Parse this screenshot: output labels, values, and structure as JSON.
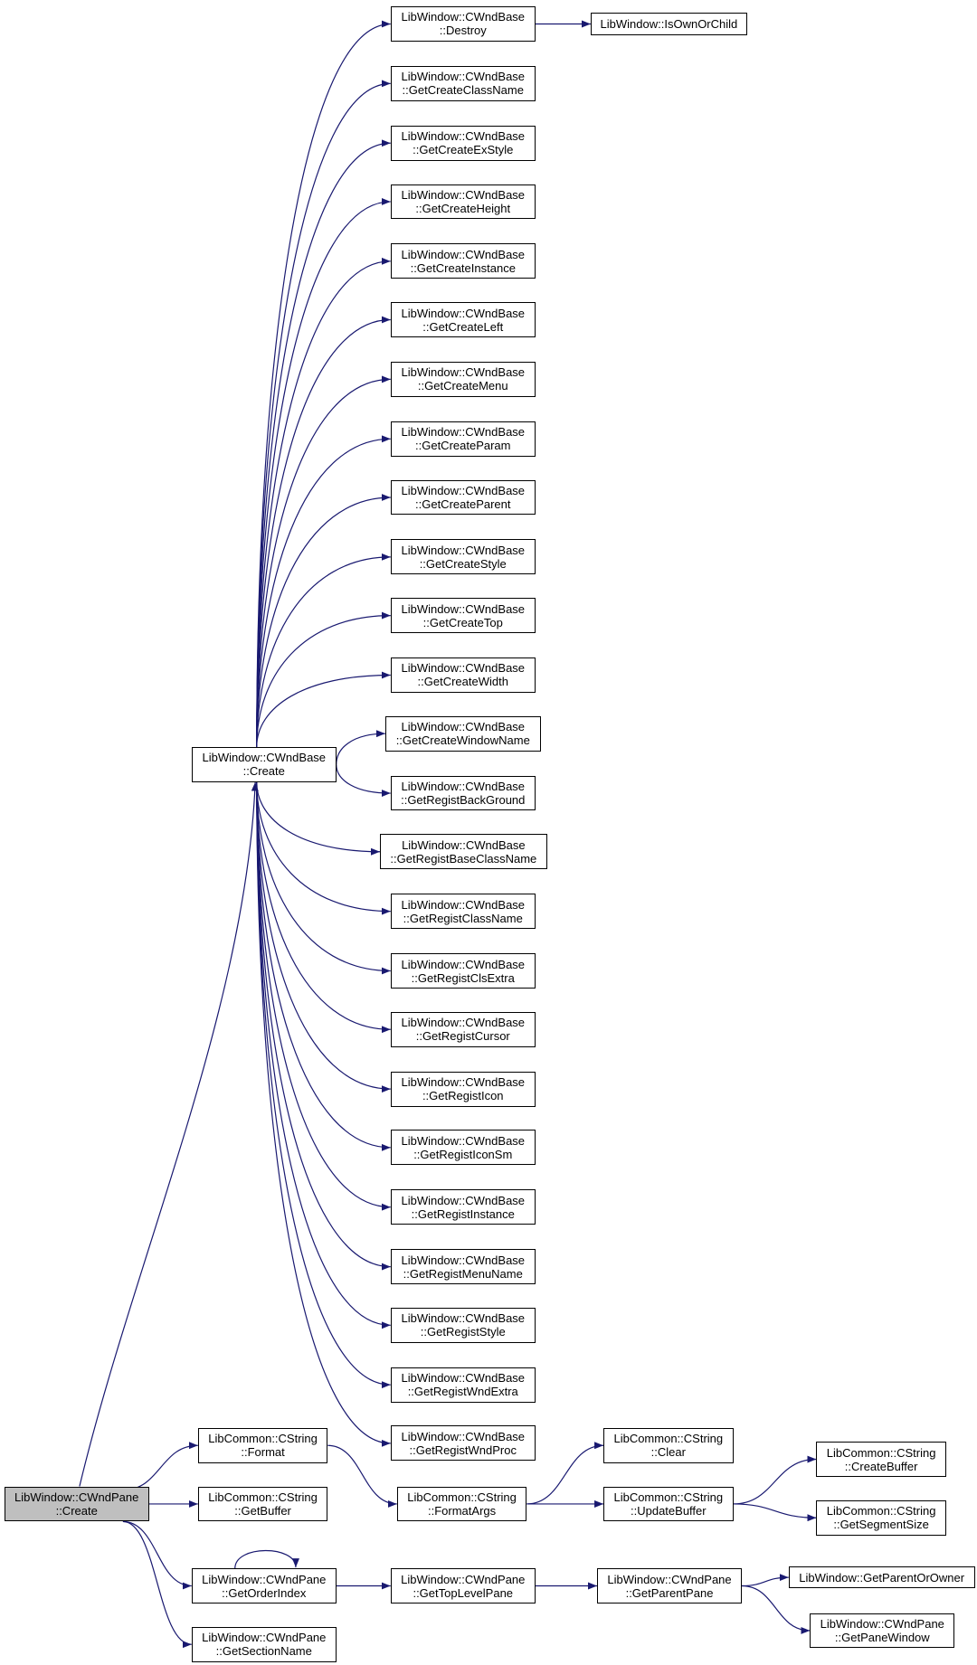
{
  "colors": {
    "edge": "#191970",
    "node_border": "#000000",
    "node_fill": "#ffffff",
    "root_fill": "#bfbfbf"
  },
  "nodes": [
    {
      "id": "pane_create",
      "lines": [
        "LibWindow::CWndPane",
        "::Create"
      ],
      "root": true
    },
    {
      "id": "base_create",
      "lines": [
        "LibWindow::CWndBase",
        "::Create"
      ]
    },
    {
      "id": "destroy",
      "lines": [
        "LibWindow::CWndBase",
        "::Destroy"
      ]
    },
    {
      "id": "isownorchild",
      "lines": [
        "LibWindow::IsOwnOrChild"
      ]
    },
    {
      "id": "gc_classname",
      "lines": [
        "LibWindow::CWndBase",
        "::GetCreateClassName"
      ]
    },
    {
      "id": "gc_exstyle",
      "lines": [
        "LibWindow::CWndBase",
        "::GetCreateExStyle"
      ]
    },
    {
      "id": "gc_height",
      "lines": [
        "LibWindow::CWndBase",
        "::GetCreateHeight"
      ]
    },
    {
      "id": "gc_instance",
      "lines": [
        "LibWindow::CWndBase",
        "::GetCreateInstance"
      ]
    },
    {
      "id": "gc_left",
      "lines": [
        "LibWindow::CWndBase",
        "::GetCreateLeft"
      ]
    },
    {
      "id": "gc_menu",
      "lines": [
        "LibWindow::CWndBase",
        "::GetCreateMenu"
      ]
    },
    {
      "id": "gc_param",
      "lines": [
        "LibWindow::CWndBase",
        "::GetCreateParam"
      ]
    },
    {
      "id": "gc_parent",
      "lines": [
        "LibWindow::CWndBase",
        "::GetCreateParent"
      ]
    },
    {
      "id": "gc_style",
      "lines": [
        "LibWindow::CWndBase",
        "::GetCreateStyle"
      ]
    },
    {
      "id": "gc_top",
      "lines": [
        "LibWindow::CWndBase",
        "::GetCreateTop"
      ]
    },
    {
      "id": "gc_width",
      "lines": [
        "LibWindow::CWndBase",
        "::GetCreateWidth"
      ]
    },
    {
      "id": "gc_windowname",
      "lines": [
        "LibWindow::CWndBase",
        "::GetCreateWindowName"
      ]
    },
    {
      "id": "gr_background",
      "lines": [
        "LibWindow::CWndBase",
        "::GetRegistBackGround"
      ]
    },
    {
      "id": "gr_baseclassname",
      "lines": [
        "LibWindow::CWndBase",
        "::GetRegistBaseClassName"
      ]
    },
    {
      "id": "gr_classname",
      "lines": [
        "LibWindow::CWndBase",
        "::GetRegistClassName"
      ]
    },
    {
      "id": "gr_clsextra",
      "lines": [
        "LibWindow::CWndBase",
        "::GetRegistClsExtra"
      ]
    },
    {
      "id": "gr_cursor",
      "lines": [
        "LibWindow::CWndBase",
        "::GetRegistCursor"
      ]
    },
    {
      "id": "gr_icon",
      "lines": [
        "LibWindow::CWndBase",
        "::GetRegistIcon"
      ]
    },
    {
      "id": "gr_iconsm",
      "lines": [
        "LibWindow::CWndBase",
        "::GetRegistIconSm"
      ]
    },
    {
      "id": "gr_instance",
      "lines": [
        "LibWindow::CWndBase",
        "::GetRegistInstance"
      ]
    },
    {
      "id": "gr_menuname",
      "lines": [
        "LibWindow::CWndBase",
        "::GetRegistMenuName"
      ]
    },
    {
      "id": "gr_style",
      "lines": [
        "LibWindow::CWndBase",
        "::GetRegistStyle"
      ]
    },
    {
      "id": "gr_wndextra",
      "lines": [
        "LibWindow::CWndBase",
        "::GetRegistWndExtra"
      ]
    },
    {
      "id": "gr_wndproc",
      "lines": [
        "LibWindow::CWndBase",
        "::GetRegistWndProc"
      ]
    },
    {
      "id": "cs_format",
      "lines": [
        "LibCommon::CString",
        "::Format"
      ]
    },
    {
      "id": "cs_getbuffer",
      "lines": [
        "LibCommon::CString",
        "::GetBuffer"
      ]
    },
    {
      "id": "cs_formatargs",
      "lines": [
        "LibCommon::CString",
        "::FormatArgs"
      ]
    },
    {
      "id": "cs_clear",
      "lines": [
        "LibCommon::CString",
        "::Clear"
      ]
    },
    {
      "id": "cs_updatebuffer",
      "lines": [
        "LibCommon::CString",
        "::UpdateBuffer"
      ]
    },
    {
      "id": "cs_createbuffer",
      "lines": [
        "LibCommon::CString",
        "::CreateBuffer"
      ]
    },
    {
      "id": "cs_getsegmentsize",
      "lines": [
        "LibCommon::CString",
        "::GetSegmentSize"
      ]
    },
    {
      "id": "pane_getorderindex",
      "lines": [
        "LibWindow::CWndPane",
        "::GetOrderIndex"
      ]
    },
    {
      "id": "pane_gettoplevelpane",
      "lines": [
        "LibWindow::CWndPane",
        "::GetTopLevelPane"
      ]
    },
    {
      "id": "pane_getparentpane",
      "lines": [
        "LibWindow::CWndPane",
        "::GetParentPane"
      ]
    },
    {
      "id": "getparentorowner",
      "lines": [
        "LibWindow::GetParentOrOwner"
      ]
    },
    {
      "id": "pane_getpanewindow",
      "lines": [
        "LibWindow::CWndPane",
        "::GetPaneWindow"
      ]
    },
    {
      "id": "pane_getsectionname",
      "lines": [
        "LibWindow::CWndPane",
        "::GetSectionName"
      ]
    }
  ],
  "edges": [
    [
      "pane_create",
      "base_create"
    ],
    [
      "pane_create",
      "cs_format"
    ],
    [
      "pane_create",
      "cs_getbuffer"
    ],
    [
      "pane_create",
      "pane_getorderindex"
    ],
    [
      "pane_create",
      "pane_getsectionname"
    ],
    [
      "base_create",
      "destroy"
    ],
    [
      "destroy",
      "isownorchild"
    ],
    [
      "base_create",
      "gc_classname"
    ],
    [
      "base_create",
      "gc_exstyle"
    ],
    [
      "base_create",
      "gc_height"
    ],
    [
      "base_create",
      "gc_instance"
    ],
    [
      "base_create",
      "gc_left"
    ],
    [
      "base_create",
      "gc_menu"
    ],
    [
      "base_create",
      "gc_param"
    ],
    [
      "base_create",
      "gc_parent"
    ],
    [
      "base_create",
      "gc_style"
    ],
    [
      "base_create",
      "gc_top"
    ],
    [
      "base_create",
      "gc_width"
    ],
    [
      "base_create",
      "gc_windowname"
    ],
    [
      "base_create",
      "gr_background"
    ],
    [
      "base_create",
      "gr_baseclassname"
    ],
    [
      "base_create",
      "gr_classname"
    ],
    [
      "base_create",
      "gr_clsextra"
    ],
    [
      "base_create",
      "gr_cursor"
    ],
    [
      "base_create",
      "gr_icon"
    ],
    [
      "base_create",
      "gr_iconsm"
    ],
    [
      "base_create",
      "gr_instance"
    ],
    [
      "base_create",
      "gr_menuname"
    ],
    [
      "base_create",
      "gr_style"
    ],
    [
      "base_create",
      "gr_wndextra"
    ],
    [
      "base_create",
      "gr_wndproc"
    ],
    [
      "cs_format",
      "cs_formatargs"
    ],
    [
      "cs_formatargs",
      "cs_clear"
    ],
    [
      "cs_formatargs",
      "cs_updatebuffer"
    ],
    [
      "cs_updatebuffer",
      "cs_createbuffer"
    ],
    [
      "cs_updatebuffer",
      "cs_getsegmentsize"
    ],
    [
      "pane_getorderindex",
      "pane_getorderindex"
    ],
    [
      "pane_getorderindex",
      "pane_gettoplevelpane"
    ],
    [
      "pane_gettoplevelpane",
      "pane_getparentpane"
    ],
    [
      "pane_getparentpane",
      "getparentorowner"
    ],
    [
      "pane_getparentpane",
      "pane_getpanewindow"
    ]
  ]
}
